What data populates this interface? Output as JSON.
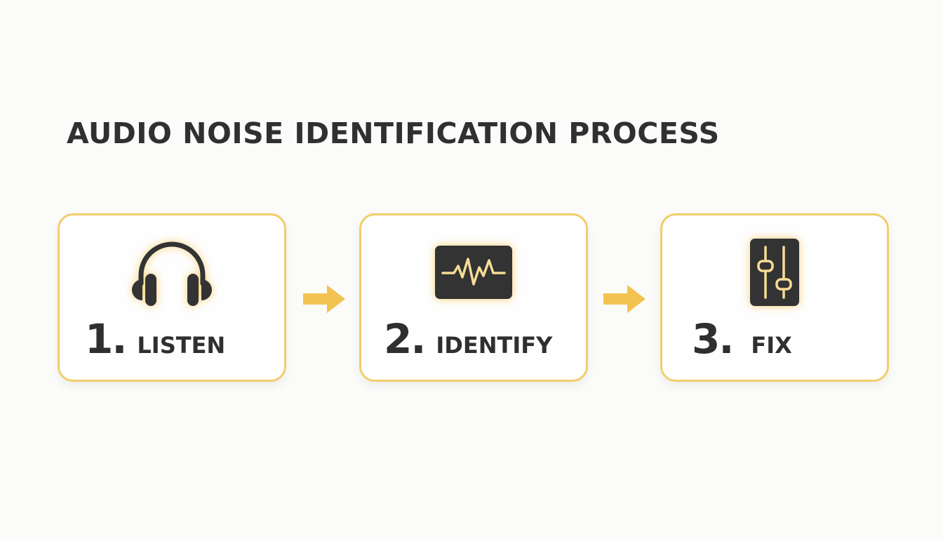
{
  "title": "AUDIO NOISE IDENTIFICATION PROCESS",
  "colors": {
    "accent": "#f2cd6b",
    "arrow": "#f3c351",
    "text": "#2f2f31",
    "icon_fill": "#333333",
    "icon_line": "#f7dc95",
    "background": "#fbfbfa"
  },
  "steps": [
    {
      "number": "1.",
      "label": "LISTEN",
      "icon": "headphones-icon"
    },
    {
      "number": "2.",
      "label": "IDENTIFY",
      "icon": "waveform-icon"
    },
    {
      "number": "3.",
      "label": "FIX",
      "icon": "sliders-icon"
    }
  ],
  "connectors": [
    {
      "icon": "arrow-right-icon"
    },
    {
      "icon": "arrow-right-icon"
    }
  ]
}
